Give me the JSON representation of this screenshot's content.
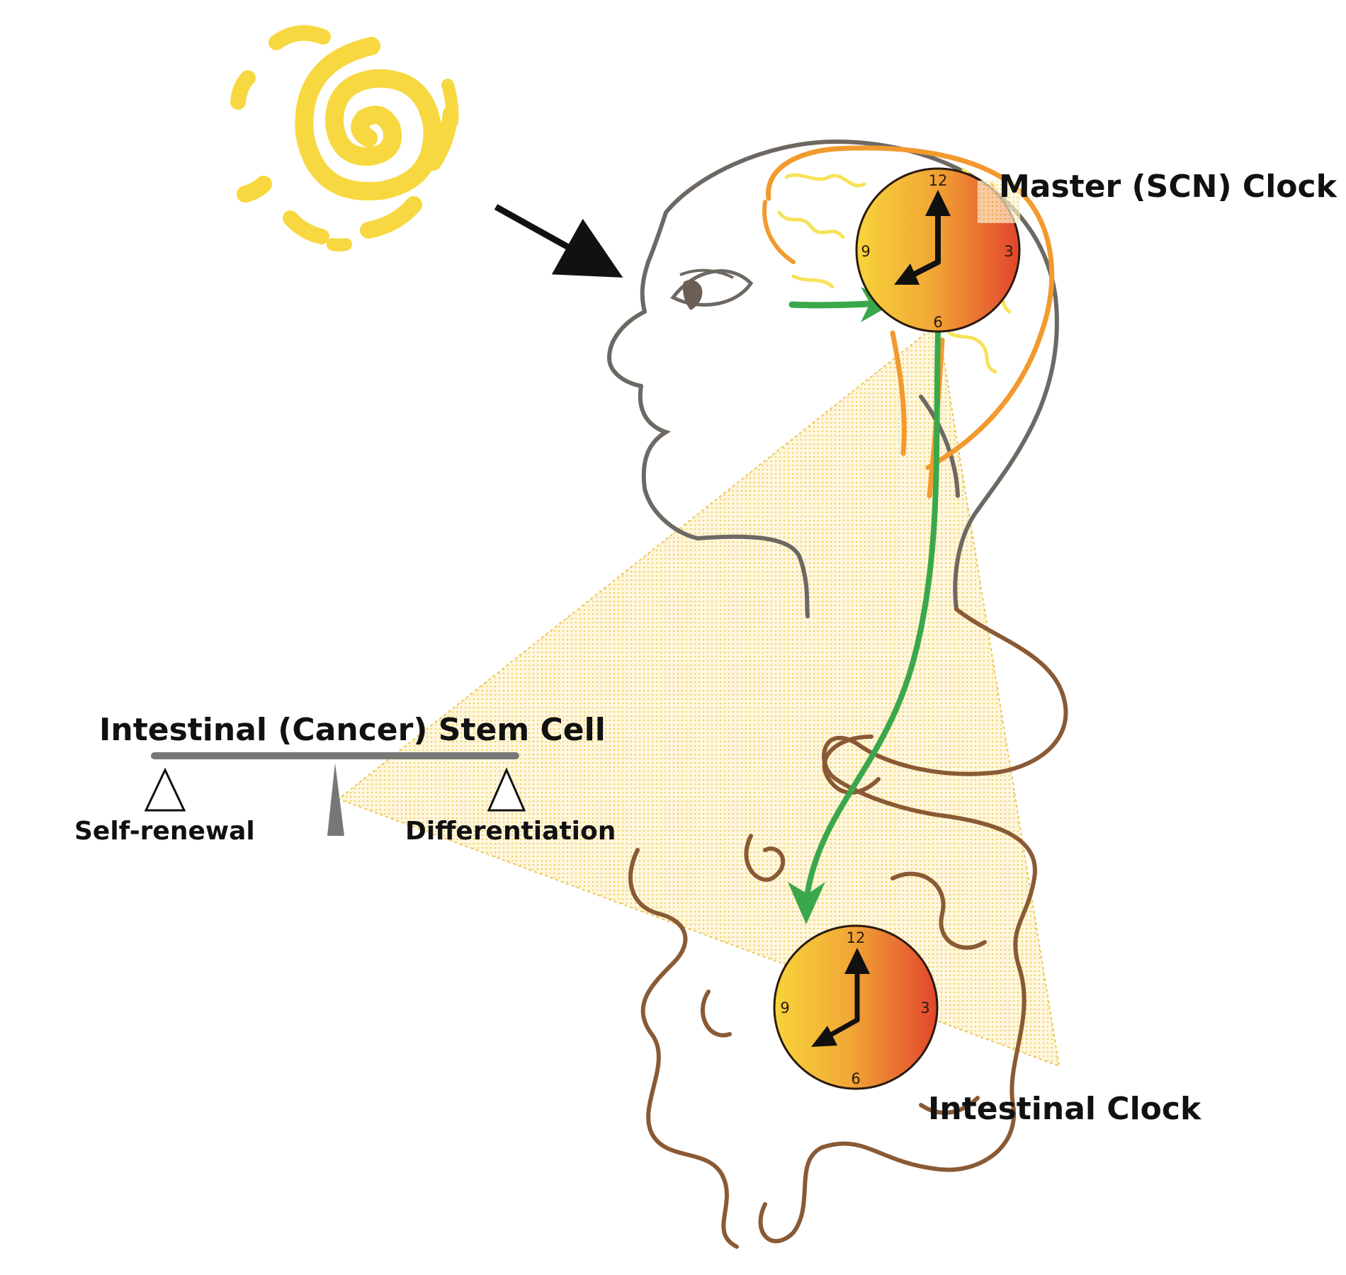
{
  "labels": {
    "master_clock": "Master (SCN) Clock",
    "intestinal_clock": "Intestinal Clock",
    "stem_cell": "Intestinal (Cancer) Stem Cell",
    "self_renewal": "Self-renewal",
    "differentiation": "Differentiation"
  },
  "clock_numerals": [
    "12",
    "3",
    "6",
    "9"
  ],
  "colors": {
    "sun": "#f7d840",
    "brain_orange": "#f29a2e",
    "brain_yellow": "#f7e35a",
    "outline_gray": "#6e6863",
    "intestine": "#8a5a34",
    "signal_arrow": "#3aa84a",
    "light_arrow": "#111111",
    "clock_left": "#f7d43a",
    "clock_right": "#e2452c",
    "balance_bar": "#777777"
  },
  "icons": [
    "sun-icon",
    "scale-icon"
  ]
}
